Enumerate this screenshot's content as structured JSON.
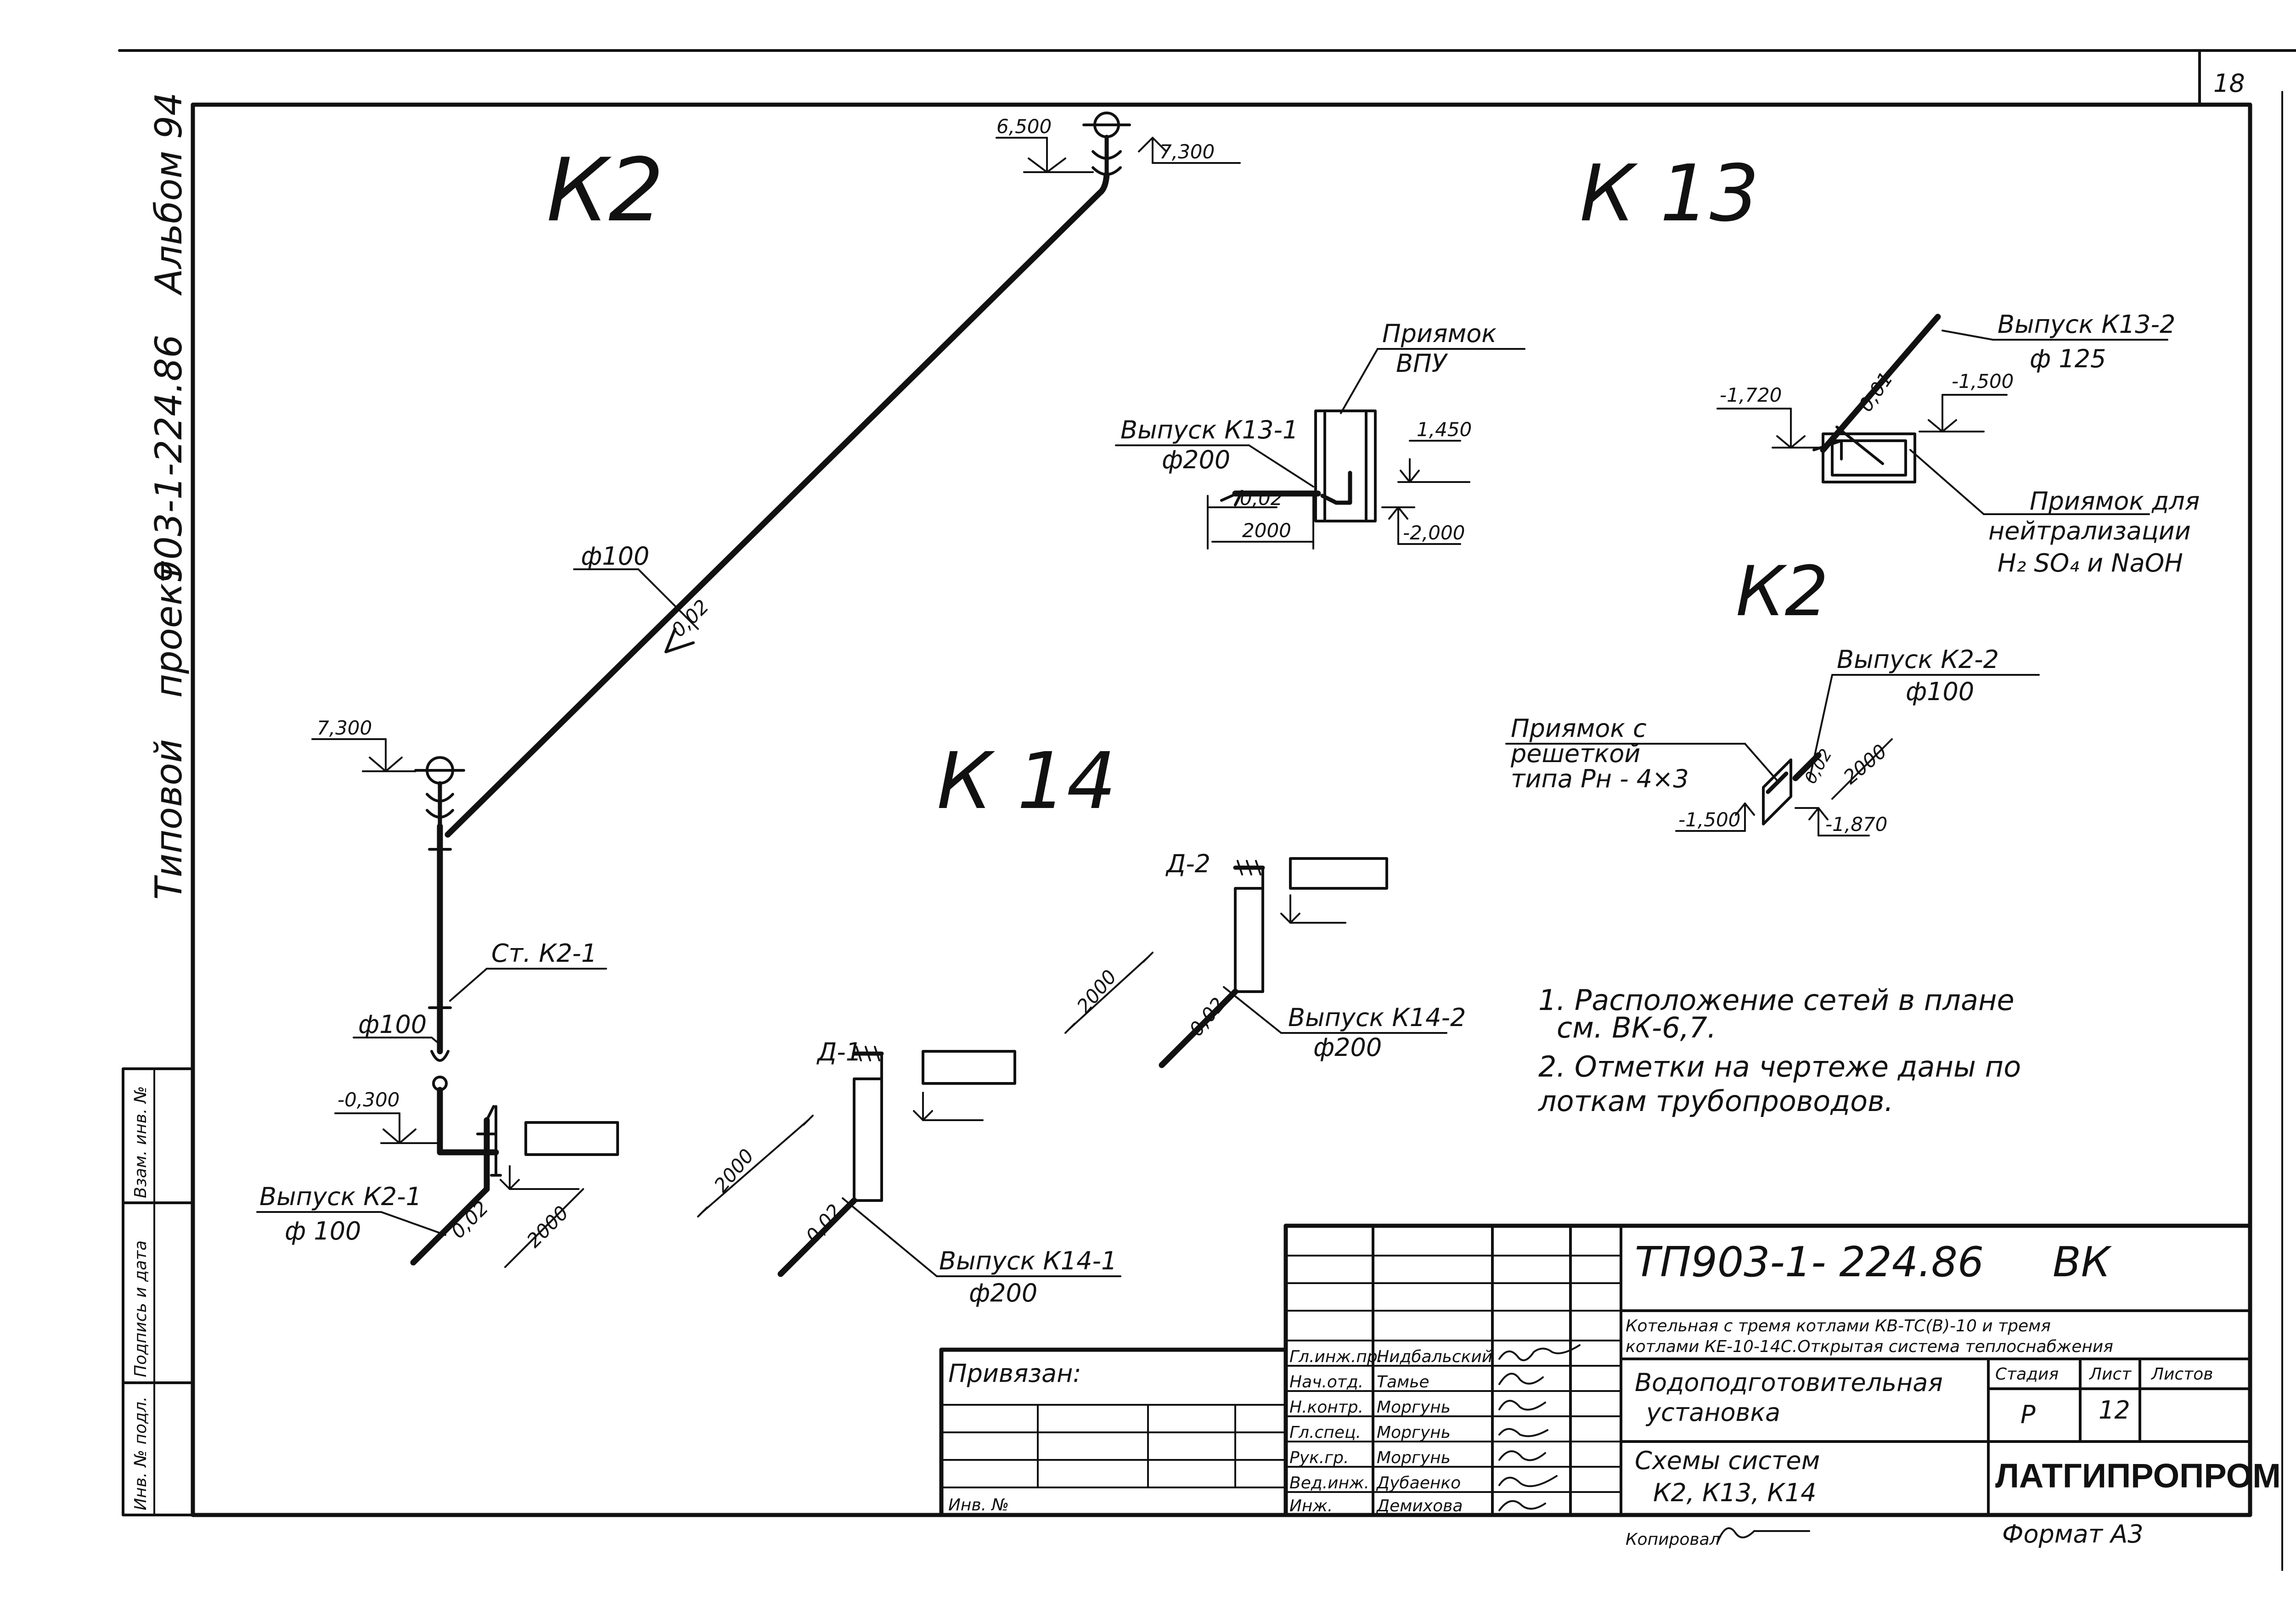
{
  "sheet_number": "18",
  "side_margin": {
    "label_tipovoy": "Типовой",
    "label_proekt": "проект",
    "project_code": "903-1-224.86",
    "album": "Альбом 94"
  },
  "left_stamp": {
    "col1": "Инв. № подл.",
    "col2": "Подпись и дата",
    "col3": "Взам. инв. №"
  },
  "systems": {
    "k2_main": "К2",
    "k13": "К 13",
    "k14": "К 14",
    "k2_small": "К2"
  },
  "k2_scheme": {
    "elev_top_left": "6,500",
    "elev_top_right": "7,300",
    "pipe_diam": "ф100",
    "slope": "0,02",
    "elev_mid": "7,300",
    "riser": "Ст. К2-1",
    "riser_diam": "ф100",
    "elev_low": "-0,300",
    "outlet": "Выпуск К2-1",
    "outlet_diam": "ф 100",
    "outlet_slope": "0,02",
    "outlet_len": "2000"
  },
  "k13_1": {
    "pit_title": "Приямок",
    "pit_sub": "ВПУ",
    "outlet": "Выпуск К13-1",
    "outlet_diam": "ф200",
    "slope": "0,02",
    "elev_top": "1,450",
    "elev_bottom": "-2,000",
    "length": "2000"
  },
  "k13_2": {
    "outlet": "Выпуск К13-2",
    "outlet_diam": "ф 125",
    "elev_left": "-1,720",
    "elev_right": "-1,500",
    "slope": "0,01",
    "pit_line1": "Приямок для",
    "pit_line2": "нейтрализации",
    "pit_line3": "H₂ SO₄ и NaOH"
  },
  "k2_2": {
    "outlet": "Выпуск К2-2",
    "outlet_diam": "ф100",
    "pit_line1": "Приямок с",
    "pit_line2": "решеткой",
    "pit_line3": "типа Рн - 4×3",
    "slope": "0,02",
    "length": "2000",
    "elev_left": "-1,500",
    "elev_right": "-1,870"
  },
  "k14_1": {
    "riser": "Д-1",
    "length": "2000",
    "slope": "0,02",
    "outlet": "Выпуск К14-1",
    "outlet_diam": "ф200"
  },
  "k14_2": {
    "riser": "Д-2",
    "length": "2000",
    "slope": "0,02",
    "outlet": "Выпуск К14-2",
    "outlet_diam": "ф200"
  },
  "notes": [
    "1. Расположение сетей в плане",
    "см. ВК-6,7.",
    "2. Отметки на чертеже даны по",
    "лоткам трубопроводов."
  ],
  "title_block": {
    "doc_code": "ТП903-1- 224.86",
    "mark": "ВК",
    "object_line1": "Котельная с тремя котлами КВ-ТС(В)-10 и тремя",
    "object_line2": "котлами КЕ-10-14С.Открытая система теплоснабжения",
    "title_line1": "Водоподготовительная",
    "title_line2": "установка",
    "sheet_title_line1": "Схемы систем",
    "sheet_title_line2": "К2, К13, К14",
    "col_stage": "Стадия",
    "col_sheet": "Лист",
    "col_sheets": "Листов",
    "stage": "Р",
    "sheet": "12",
    "org": "ЛАТГИПРОПРОМ",
    "privyazan": "Привязан:",
    "inv_no": "Инв. №",
    "roles": [
      "Гл.инж.пр.",
      "Нач.отд.",
      "Н.контр.",
      "Гл.спец.",
      "Рук.гр.",
      "Вед.инж.",
      "Инж."
    ],
    "names": [
      "Нидбальский",
      "Тамье",
      "Моргунь",
      "Моргунь",
      "Моргунь",
      "Дубаенко",
      "Демихова"
    ],
    "copied": "Копировал",
    "format": "Формат А3"
  }
}
